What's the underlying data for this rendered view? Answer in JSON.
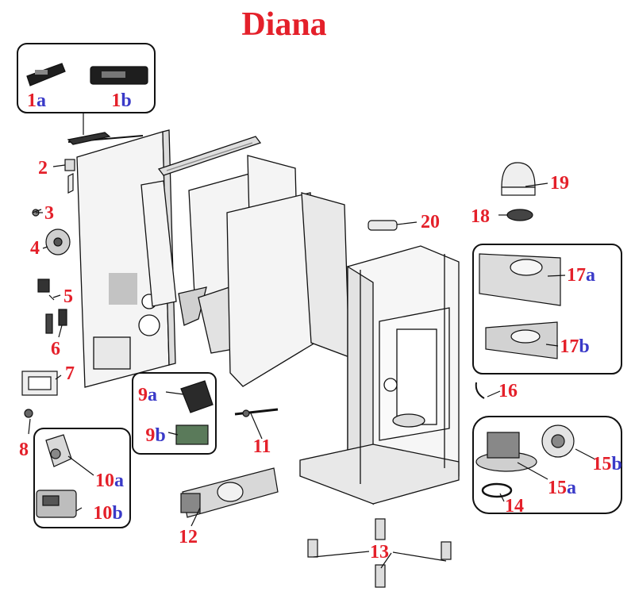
{
  "title": "Diana",
  "colors": {
    "number": "#e4202a",
    "suffix": "#3a3ac8",
    "line": "#111111",
    "part_fill": "#f3f3f3",
    "part_dark": "#2a2a2a"
  },
  "labels": [
    {
      "id": "1a",
      "num": "1",
      "suffix": "a"
    },
    {
      "id": "1b",
      "num": "1",
      "suffix": "b"
    },
    {
      "id": "2",
      "num": "2",
      "suffix": ""
    },
    {
      "id": "3",
      "num": "3",
      "suffix": ""
    },
    {
      "id": "4",
      "num": "4",
      "suffix": ""
    },
    {
      "id": "5",
      "num": "5",
      "suffix": ""
    },
    {
      "id": "6",
      "num": "6",
      "suffix": ""
    },
    {
      "id": "7",
      "num": "7",
      "suffix": ""
    },
    {
      "id": "8",
      "num": "8",
      "suffix": ""
    },
    {
      "id": "9a",
      "num": "9",
      "suffix": "a"
    },
    {
      "id": "9b",
      "num": "9",
      "suffix": "b"
    },
    {
      "id": "10a",
      "num": "10",
      "suffix": "a"
    },
    {
      "id": "10b",
      "num": "10",
      "suffix": "b"
    },
    {
      "id": "11",
      "num": "11",
      "suffix": ""
    },
    {
      "id": "12",
      "num": "12",
      "suffix": ""
    },
    {
      "id": "13",
      "num": "13",
      "suffix": ""
    },
    {
      "id": "14",
      "num": "14",
      "suffix": ""
    },
    {
      "id": "15a",
      "num": "15",
      "suffix": "a"
    },
    {
      "id": "15b",
      "num": "15",
      "suffix": "b"
    },
    {
      "id": "16",
      "num": "16",
      "suffix": ""
    },
    {
      "id": "17a",
      "num": "17",
      "suffix": "a"
    },
    {
      "id": "17b",
      "num": "17",
      "suffix": "b"
    },
    {
      "id": "18",
      "num": "18",
      "suffix": ""
    },
    {
      "id": "19",
      "num": "19",
      "suffix": ""
    },
    {
      "id": "20",
      "num": "20",
      "suffix": ""
    }
  ]
}
